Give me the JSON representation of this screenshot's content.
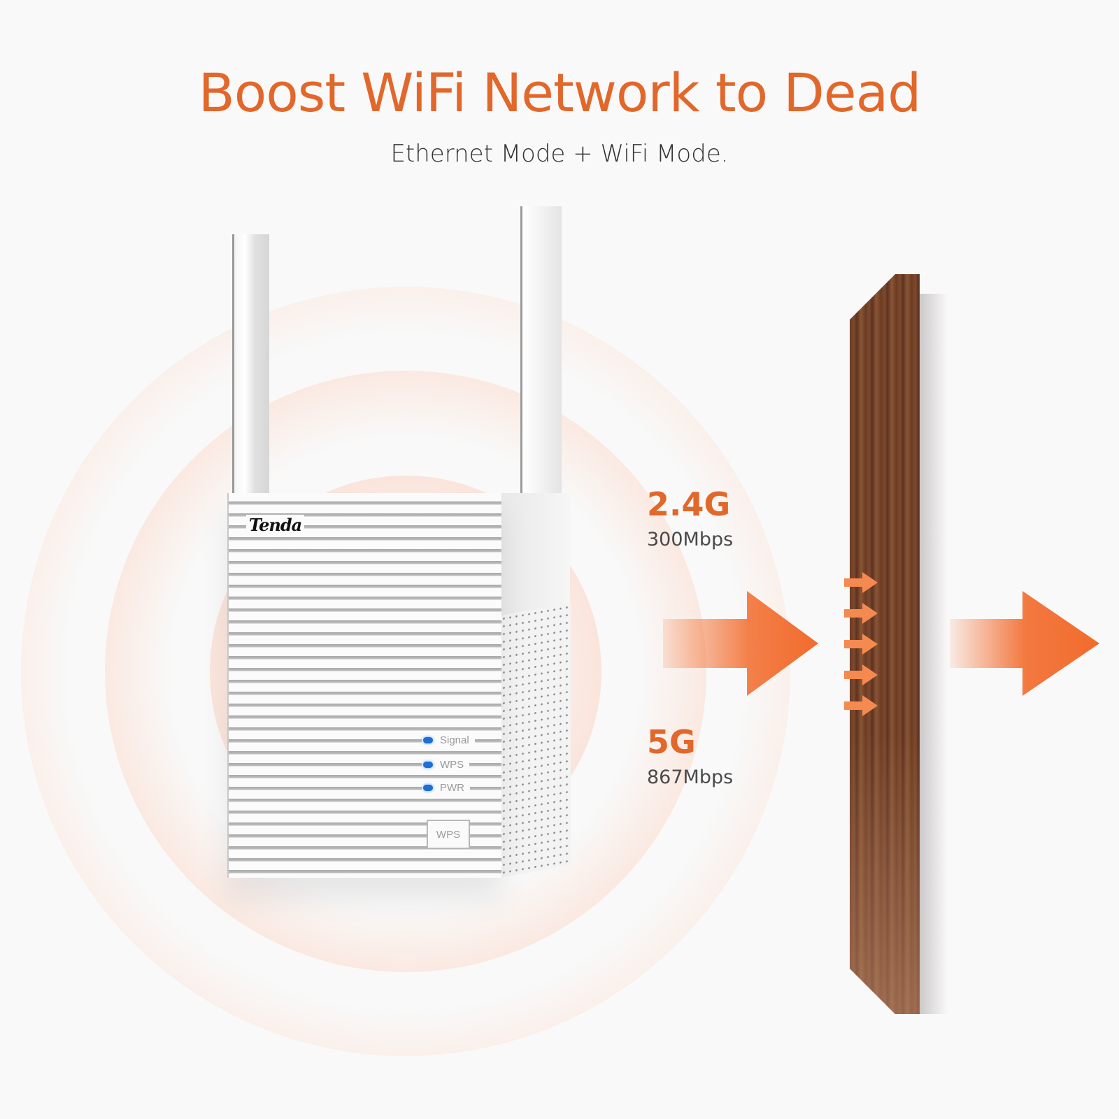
{
  "headline": "Boost WiFi Network to Dead",
  "subheadline": "Ethernet Mode + WiFi Mode.",
  "device": {
    "brand": "Tenda",
    "indicators": [
      {
        "label": "Signal",
        "color": "#1e6fd0"
      },
      {
        "label": "WPS",
        "color": "#1e6fd0"
      },
      {
        "label": "PWR",
        "color": "#1e6fd0"
      }
    ],
    "button_label": "WPS"
  },
  "bands": [
    {
      "frequency": "2.4G",
      "speed": "300Mbps"
    },
    {
      "frequency": "5G",
      "speed": "867Mbps"
    }
  ],
  "colors": {
    "accent": "#e2672a",
    "arrow": "#f26b2c",
    "wall": "#6b3a22",
    "background": "#f9f9f9"
  }
}
